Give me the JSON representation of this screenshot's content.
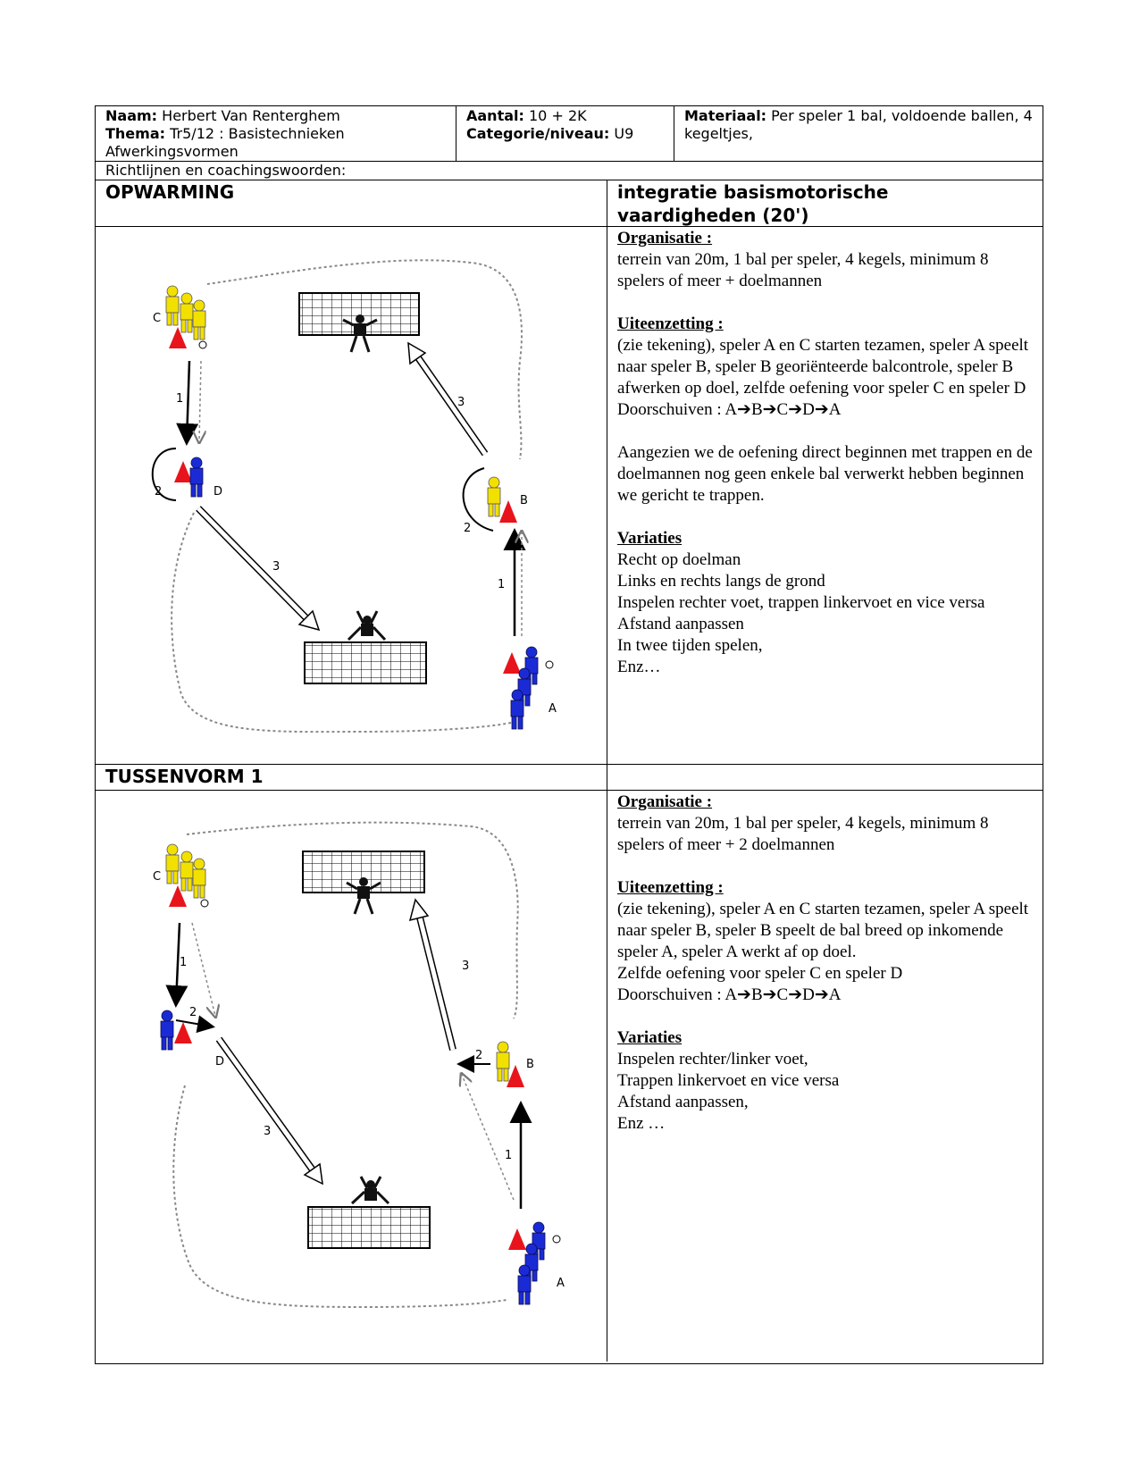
{
  "header": {
    "naam_label": "Naam:",
    "naam_value": "Herbert Van Renterghem",
    "thema_label": "Thema:",
    "thema_value": "Tr5/12 : Basistechnieken Afwerkingsvormen",
    "aantal_label": "Aantal:",
    "aantal_value": "10 + 2K",
    "categorie_label": "Categorie/niveau:",
    "categorie_value": "U9",
    "materiaal_label": "Materiaal:",
    "materiaal_value": "Per speler 1 bal, voldoende ballen, 4 kegeltjes,",
    "richtlijnen": "Richtlijnen en coachingswoorden:"
  },
  "section1": {
    "title_left": "OPWARMING",
    "title_right": "integratie basismotorische vaardigheden (20')",
    "org_heading": "Organisatie :",
    "org_text": "terrein van 20m, 1 bal per speler, 4 kegels, minimum 8 spelers of meer + doelmannen",
    "uit_heading": "Uiteenzetting :",
    "uit_lines": [
      "(zie tekening), speler A en C starten tezamen, speler A speelt naar speler B, speler B georiënteerde balcontrole, speler B afwerken op doel, zelfde oefening voor speler C en speler D",
      "Doorschuiven : A➔B➔C➔D➔A"
    ],
    "note": "Aangezien we de oefening direct beginnen met trappen en de doelmannen nog geen enkele bal verwerkt hebben beginnen we gericht te trappen.",
    "var_heading": "Variaties",
    "var_lines": [
      "Recht op doelman",
      "Links en rechts langs de grond",
      "Inspelen rechter voet, trappen linkervoet en vice versa",
      "Afstand aanpassen",
      "In twee tijden spelen,",
      "Enz…"
    ],
    "diagram_labels": {
      "c": "C",
      "d": "D",
      "b": "B",
      "a": "A",
      "n1a": "1",
      "n1b": "1",
      "n2a": "2",
      "n2b": "2",
      "n3a": "3",
      "n3b": "3"
    }
  },
  "section2": {
    "title_left": "TUSSENVORM 1",
    "org_heading": "Organisatie :",
    "org_text": "terrein van 20m, 1 bal per speler, 4 kegels, minimum 8 spelers of meer + 2 doelmannen",
    "uit_heading": "Uiteenzetting :",
    "uit_lines": [
      "(zie tekening), speler A en C starten tezamen, speler A speelt naar speler B, speler B speelt de bal breed op inkomende speler A, speler A werkt af op doel.",
      "Zelfde oefening voor speler C en speler D",
      "Doorschuiven : A➔B➔C➔D➔A"
    ],
    "var_heading": "Variaties",
    "var_lines": [
      "Inspelen rechter/linker voet,",
      "Trappen linkervoet en vice versa",
      "Afstand aanpassen,",
      "Enz …"
    ],
    "diagram_labels": {
      "c": "C",
      "d": "D",
      "b": "B",
      "a": "A",
      "n1a": "1",
      "n1b": "1",
      "n2a": "2",
      "n2b": "2",
      "n3a": "3",
      "n3b": "3"
    }
  },
  "colors": {
    "yellow_player": "#f2e000",
    "blue_player": "#1a2bd6",
    "cone": "#e8141c",
    "keeper": "#111111",
    "dashed": "#8a8a8a"
  }
}
